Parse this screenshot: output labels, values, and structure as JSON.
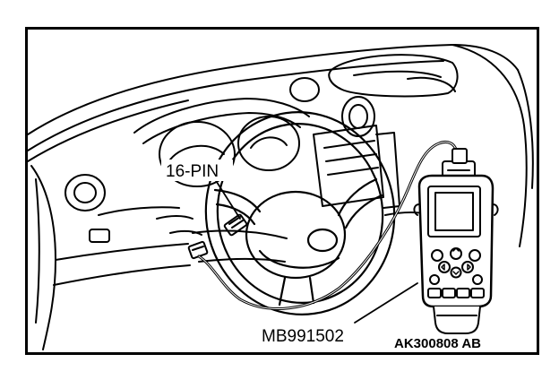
{
  "labels": {
    "connector": "16-PIN",
    "tool": "MB991502",
    "figure_code": "AK300808 AB"
  },
  "colors": {
    "ink": "#000000",
    "paper": "#ffffff"
  },
  "icons": {
    "tool": "handheld-scan-tool-icon"
  }
}
